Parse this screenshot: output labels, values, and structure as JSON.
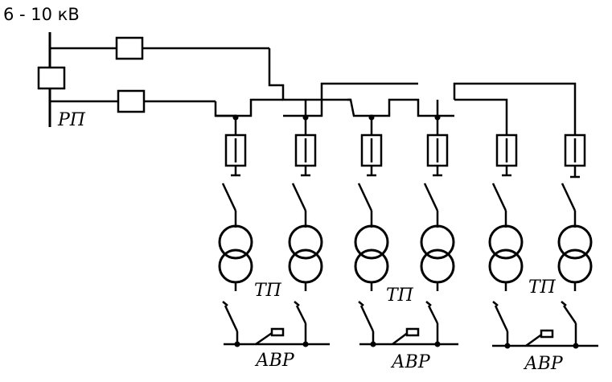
{
  "diagram": {
    "voltage_label": "6 - 10 кВ",
    "rp_label": "РП",
    "tp_label": "ТП",
    "avr_label": "АВР"
  }
}
